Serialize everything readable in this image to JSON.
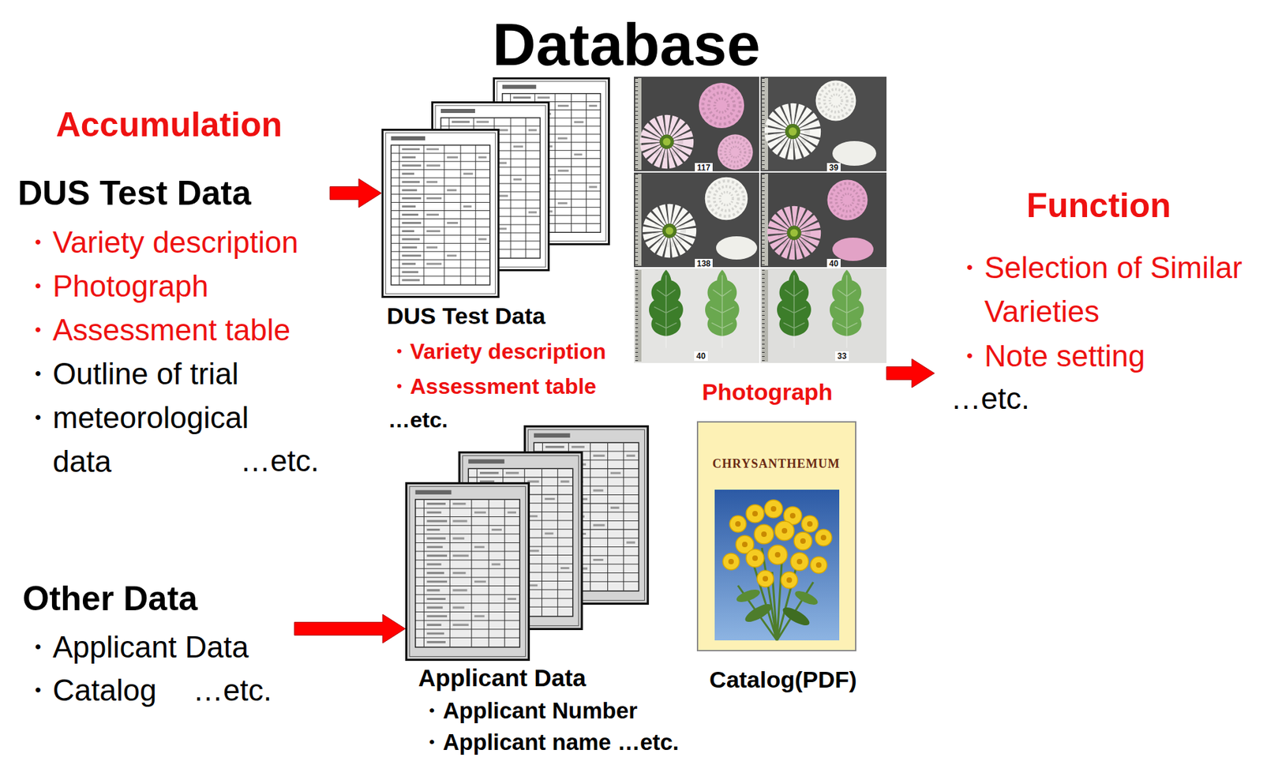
{
  "diagram": {
    "nodes": [
      {
        "text": [
          "Accumulation",
          "DUS Test Data",
          "・Variety description",
          "・Photograph",
          "・Assessment table",
          "・Outline of trial",
          "・meteorological data",
          "…etc."
        ]
      },
      {
        "text": [
          "Other Data",
          "・Applicant Data",
          "・Catalog",
          "…etc."
        ]
      },
      {
        "text": [
          "Database"
        ]
      },
      {
        "text": [
          "DUS Test Data",
          "・Variety description",
          "・Assessment table",
          "…etc."
        ],
        "in": 2
      },
      {
        "text": [
          "Photograph"
        ],
        "in": 2
      },
      {
        "text": [
          "Applicant Data",
          "・Applicant Number",
          "・Applicant name …etc."
        ],
        "in": 2
      },
      {
        "text": [
          "CHRYSANTHEMUM",
          "Catalog(PDF)"
        ],
        "in": 2
      },
      {
        "text": [
          "Function",
          "・Selection of Similar Varieties",
          "・Note setting",
          "…etc."
        ]
      }
    ],
    "edges": [
      {
        "from": 0,
        "to": 3,
        "arrow": "to"
      },
      {
        "from": 1,
        "to": 5,
        "arrow": "to"
      },
      {
        "from": 4,
        "to": 7,
        "arrow": "to"
      }
    ],
    "labels": [
      "117",
      "39",
      "138",
      "40",
      "40",
      "33"
    ]
  }
}
